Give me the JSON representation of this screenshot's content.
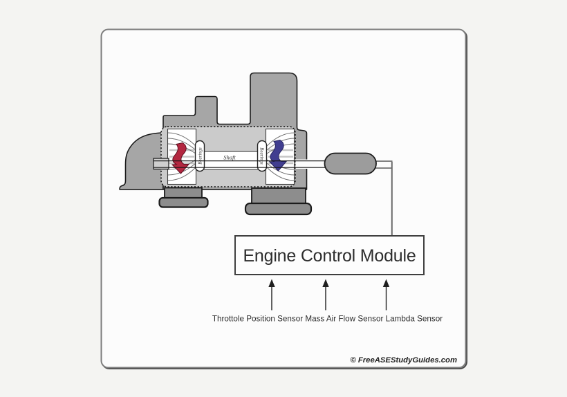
{
  "diagram": {
    "type": "turbocharger-ecm-schematic",
    "labels": {
      "shaft": "Shaft",
      "bearings": "Bearings"
    },
    "ecm": {
      "label": "Engine Control Module"
    },
    "sensors": {
      "line": "Throttole Position Sensor Mass Air Flow Sensor Lambda Sensor",
      "items": [
        "Throttole Position Sensor",
        "Mass Air Flow Sensor",
        "Lambda Sensor"
      ]
    },
    "footer": {
      "copyright": "© FreeASEStudyGuides.com"
    },
    "colors": {
      "exhaust_flow_arrow": "#b32740",
      "intake_flow_arrow": "#413e90"
    }
  }
}
